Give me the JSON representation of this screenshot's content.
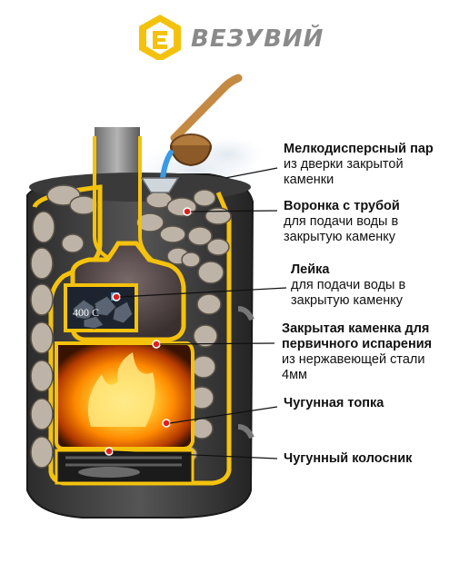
{
  "brand": {
    "name": "ВЕЗУВИЙ",
    "logo": "vezuvii-logo-icon",
    "logo_color": "#f4c20d"
  },
  "colors": {
    "accent": "#f4c20d",
    "marker": "#e0201b",
    "steel": "#4a4a4a",
    "fire": "#ff8a00"
  },
  "gauge": {
    "label": "400 С"
  },
  "callouts": [
    {
      "title": "Мелкодисперсный  пар",
      "sub": [
        "из  дверки  закрытой",
        "каменки"
      ]
    },
    {
      "title": "Воронка  с  трубой",
      "sub": [
        "для  подачи  воды  в",
        "закрытую  каменку"
      ]
    },
    {
      "title": "Лейка",
      "sub": [
        "для подачи воды в",
        "закрытую каменку"
      ]
    },
    {
      "title": "Закрытая каменка для",
      "sub": []
    },
    {
      "title": "первичного испарения",
      "sub": [
        "из нержавеющей стали",
        "4мм"
      ]
    },
    {
      "title": "Чугунная топка",
      "sub": []
    },
    {
      "title": "Чугунный колосник",
      "sub": []
    }
  ]
}
